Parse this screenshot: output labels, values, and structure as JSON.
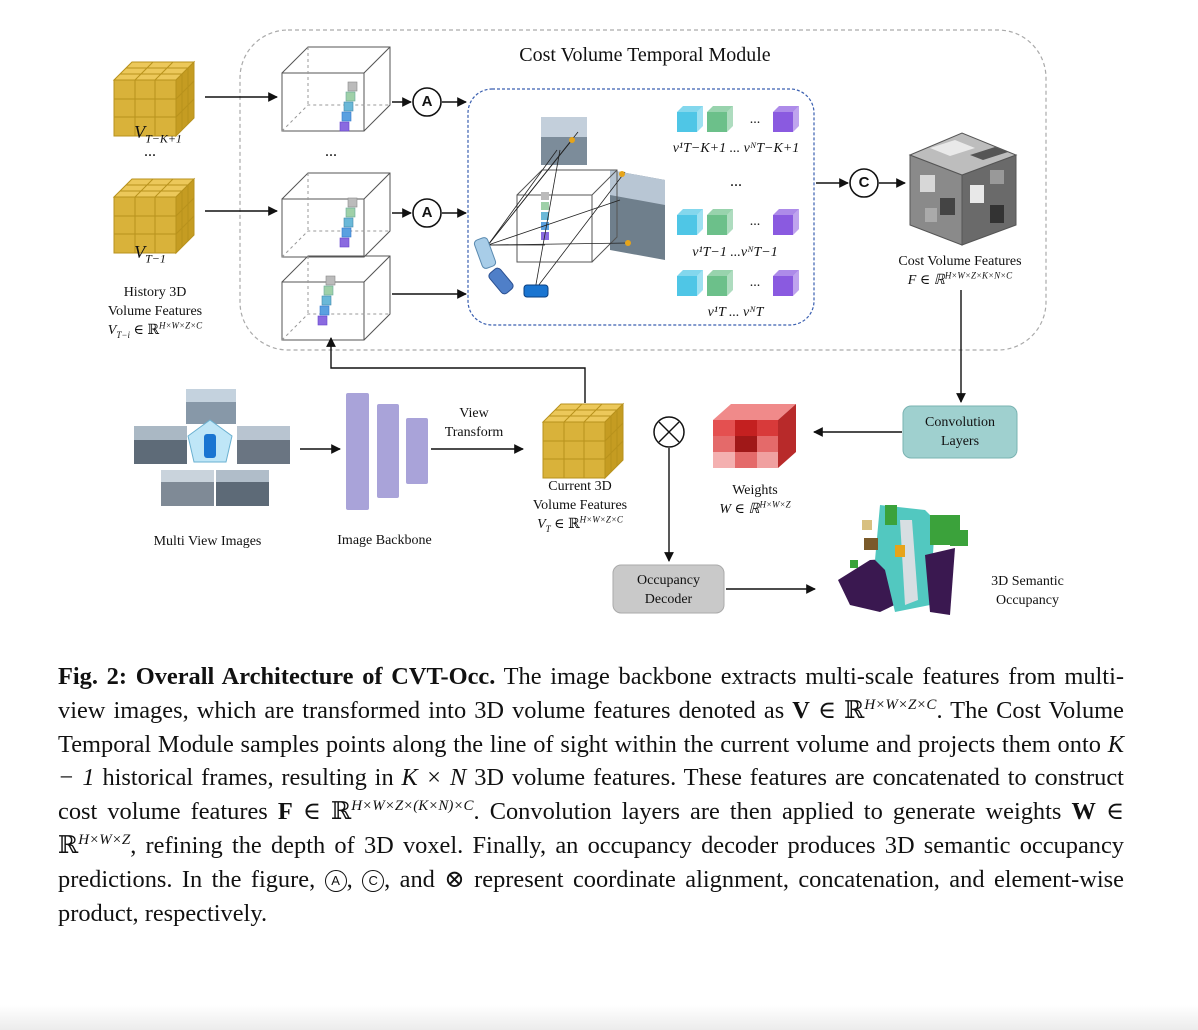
{
  "figure": {
    "module_title": "Cost Volume Temporal Module",
    "history": {
      "v_top": "V",
      "v_top_sub": "T−K+1",
      "v_bottom": "V",
      "v_bottom_sub": "T−1",
      "dots": "...",
      "title_line1": "History 3D",
      "title_line2": "Volume Features",
      "formula": "V",
      "formula_sub": "T−i",
      "formula_rest": " ∈ ℝ",
      "formula_sup": "H×W×Z×C"
    },
    "align_symbol": "A",
    "concat_symbol": "C",
    "product_symbol": "⊗",
    "sample_groups": {
      "row1": "v¹T−K+1 ... vᴺT−K+1",
      "row2": "v¹T−1 ...vᴺT−1",
      "row3": "v¹T ... vᴺT",
      "dots": "...",
      "vdots": "..."
    },
    "cost_volume": {
      "line1": "Cost Volume Features",
      "formula": "F ∈ ℝ",
      "formula_sup": "H×W×Z×K×N×C"
    },
    "conv_layers": {
      "line1": "Convolution",
      "line2": "Layers"
    },
    "weights": {
      "line1": "Weights",
      "formula": "W ∈ ℝ",
      "formula_sup": "H×W×Z"
    },
    "current": {
      "line1": "Current 3D",
      "line2": "Volume Features",
      "formula": "V",
      "formula_sub": "T",
      "formula_rest": " ∈ ℝ",
      "formula_sup": "H×W×Z×C"
    },
    "view_transform": {
      "line1": "View",
      "line2": "Transform"
    },
    "multi_view_label": "Multi View Images",
    "backbone_label": "Image Backbone",
    "occupancy_decoder": {
      "line1": "Occupancy",
      "line2": "Decoder"
    },
    "semantic_occupancy": {
      "line1": "3D Semantic",
      "line2": "Occupancy"
    },
    "colors": {
      "gold_cube": "#d9b23a",
      "backbone": "#a9a3d9",
      "conv_box": "#9fd0cf",
      "decoder_box": "#c9c9c9",
      "dashed_blue": "#3a5fb0",
      "weights_red": "#d83a3a",
      "cyan": "#4fc6e6",
      "green": "#6cc08a",
      "purple": "#8a5ae0"
    }
  },
  "caption": {
    "label": "Fig. 2:",
    "title": "Overall Architecture of CVT-Occ.",
    "s1": "The image backbone extracts multi-scale features from multi-view images, which are transformed into 3D volume features denoted as",
    "v_sym": "V",
    "v_rest": "∈ ℝ",
    "v_sup": "H×W×Z×C",
    "s2": ". The Cost Volume Temporal Module samples points along the line of sight within the current volume and projects them onto",
    "k_minus": "K − 1",
    "s3": "historical frames, resulting in",
    "kxn": "K × N",
    "s4": "3D volume features. These features are concatenated to construct cost volume features",
    "f_sym": "F",
    "f_rest": "∈ ℝ",
    "f_sup": "H×W×Z×(K×N)×C",
    "s5": ". Convolution layers are then applied to generate weights",
    "w_sym": "W",
    "w_rest": "∈ ℝ",
    "w_sup": "H×W×Z",
    "s6": ", refining the depth of 3D voxel. Finally, an occupancy decoder produces 3D semantic occupancy predictions. In the figure,",
    "circ_a": "A",
    "comma": ",",
    "circ_c": "C",
    "s7": ", and",
    "otimes": "⊗",
    "s8": "represent coordinate alignment, concatenation, and element-wise product, respectively."
  }
}
